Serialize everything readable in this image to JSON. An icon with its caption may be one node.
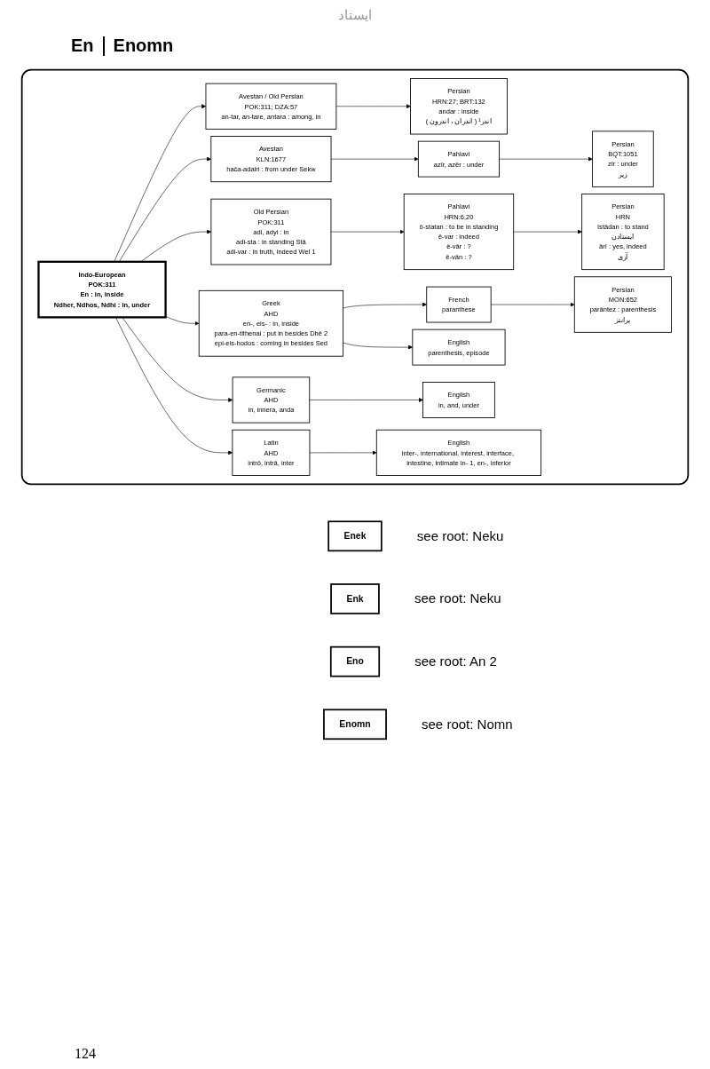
{
  "diagram": {
    "title": "En",
    "nodes": [
      {
        "text": [
          "Indo-European",
          "POK:311",
          "En : in, inside",
          "Ndher, Ndhos, Ndhi : in, under"
        ]
      },
      {
        "text": [
          "Avestan / Old Persian",
          "POK:311; DZA:57",
          "an-tar, an-tare, antara : among, in"
        ]
      },
      {
        "text": [
          "Persian",
          "HRN:27; BRT:132",
          "andar : inside",
          "اندر¹ ( اندران ، اندرون )"
        ]
      },
      {
        "text": [
          "Avestan",
          "KLN:1677",
          "hača-adairi : from under Sekw"
        ]
      },
      {
        "text": [
          "Pahlavi",
          "azîr, azěr : under"
        ]
      },
      {
        "text": [
          "Persian",
          "BQT:1051",
          "zîr : under",
          "زیر"
        ]
      },
      {
        "text": [
          "Old Persian",
          "POK:311",
          "adi, adyi : in",
          "adi-sta : in standing Stâ",
          "adi-var : in truth, indeed Wel 1"
        ]
      },
      {
        "text": [
          "Pahlavi",
          "HRN:6,20",
          "ô-statan : to be in standing",
          "ě-var : indeed",
          "ě-vâr : ?",
          "ě-vân : ?"
        ]
      },
      {
        "text": [
          "Persian",
          "HRN",
          "îstâdan : to stand",
          "ایستادن",
          "ârî : yes, indeed",
          "آری"
        ]
      },
      {
        "text": [
          "Greek",
          "AHD",
          "en-, eis- : in, inside",
          "para-en-tithenai : put in besides Dhě 2",
          "epi-eis-hodos : coming in besides Sed"
        ]
      },
      {
        "text": [
          "French",
          "paranthese"
        ]
      },
      {
        "text": [
          "Persian",
          "MON:652",
          "parântez : parenthesis",
          "پرانتز"
        ]
      },
      {
        "text": [
          "English",
          "parenthesis, episode"
        ]
      },
      {
        "text": [
          "Germanic",
          "AHD",
          "in, innera, anda"
        ]
      },
      {
        "text": [
          "English",
          "in, and, under"
        ]
      },
      {
        "text": [
          "Latin",
          "AHD",
          "intrô, intrâ, inter"
        ]
      },
      {
        "text": [
          "English",
          "inter-, international, interest, interface, intestine, intimate in- 1, en-, inferior"
        ]
      },
      {
        "text": [
          "Enek"
        ],
        "beside": [
          "see root: Neku"
        ]
      },
      {
        "text": [
          "Enk"
        ],
        "beside": [
          "see root: Neku"
        ]
      },
      {
        "text": [
          "Eno"
        ],
        "beside": [
          "see root: An 2"
        ]
      },
      {
        "text": [
          "Enomn"
        ],
        "beside": [
          "see root: Nomn"
        ]
      }
    ],
    "edges": [
      {
        "from": 0,
        "to": 1,
        "arrow": "to"
      },
      {
        "from": 1,
        "to": 2,
        "arrow": "to"
      },
      {
        "from": 0,
        "to": 3,
        "arrow": "to"
      },
      {
        "from": 3,
        "to": 4,
        "arrow": "to"
      },
      {
        "from": 4,
        "to": 5,
        "arrow": "to"
      },
      {
        "from": 0,
        "to": 6,
        "arrow": "to"
      },
      {
        "from": 6,
        "to": 7,
        "arrow": "to"
      },
      {
        "from": 7,
        "to": 8,
        "arrow": "to"
      },
      {
        "from": 0,
        "to": 9,
        "arrow": "to"
      },
      {
        "from": 9,
        "to": 10,
        "arrow": "to"
      },
      {
        "from": 10,
        "to": 11,
        "arrow": "to"
      },
      {
        "from": 9,
        "to": 12,
        "arrow": "to"
      },
      {
        "from": 0,
        "to": 13,
        "arrow": "to"
      },
      {
        "from": 13,
        "to": 14,
        "arrow": "to"
      },
      {
        "from": 0,
        "to": 15,
        "arrow": "to"
      },
      {
        "from": 15,
        "to": 16,
        "arrow": "to"
      }
    ],
    "labels": [
      "ایستاد",
      "Enomn",
      "124"
    ]
  }
}
